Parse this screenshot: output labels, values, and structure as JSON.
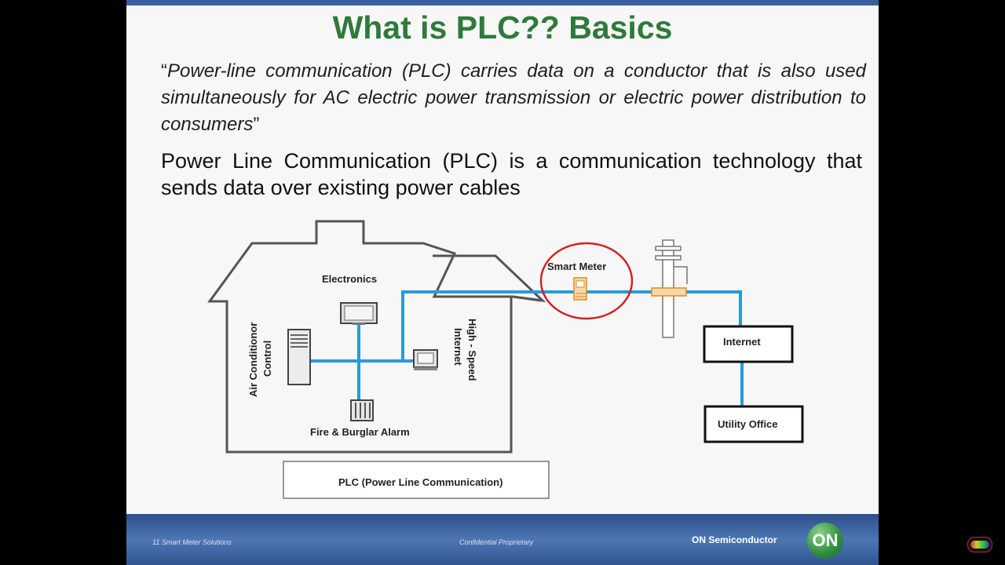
{
  "slide": {
    "title": "What is PLC?? Basics",
    "quote_open": "“",
    "quote_text": "Power-line communication (PLC) carries data on a conductor that is also used simultaneously for AC electric power transmission or electric power distribution to consumers",
    "quote_close": "”",
    "definition": "Power Line Communication (PLC) is a communication  technology that sends data over existing power cables"
  },
  "diagram": {
    "labels": {
      "electronics": "Electronics",
      "air_conditioner": "Air Conditionor",
      "air_conditioner_line2": "Control",
      "high_speed": "High - Speed",
      "internet_device": "Internet",
      "fire_alarm": "Fire & Burglar Alarm",
      "smart_meter": "Smart Meter",
      "internet_box": "Internet",
      "utility_office": "Utility Office"
    },
    "legend": "PLC (Power Line Communication)",
    "colors": {
      "plc_line": "#2b9ad8",
      "meter_circle": "#d22222"
    }
  },
  "footer": {
    "left": "11 Smart Meter Solutions",
    "center": "Confidential Proprietary",
    "brand": "ON Semiconductor",
    "logo_text": "ON"
  }
}
